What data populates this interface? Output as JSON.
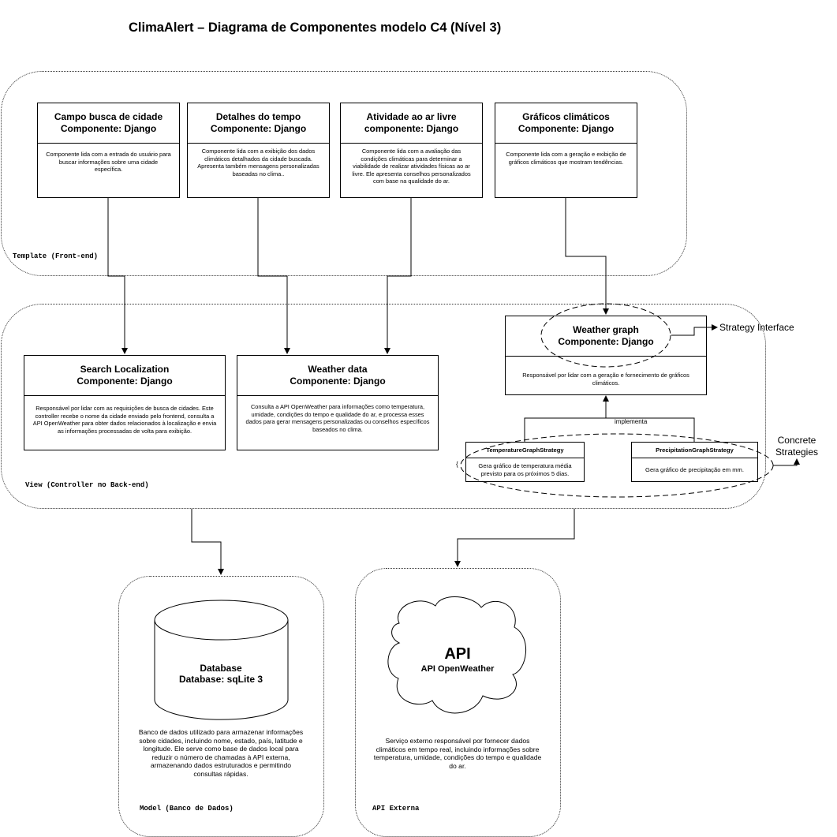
{
  "title": "ClimaAlert – Diagrama de Componentes modelo C4 (Nível 3)",
  "groups": {
    "template": "Template (Front-end)",
    "view": "View (Controller no Back-end)",
    "model": "Model (Banco de Dados)",
    "api": "API Externa"
  },
  "components": [
    {
      "name": "Campo busca de cidade",
      "type": "Componente: Django",
      "description": "Componente lida com a entrada do usuário para buscar informações sobre uma cidade específica."
    },
    {
      "name": "Detalhes do tempo",
      "type": "Componente: Django",
      "description": "Componente lida com a exibição dos dados climáticos detalhados da cidade buscada. Apresenta também mensagens personalizadas baseadas no clima.."
    },
    {
      "name": "Atividade ao ar livre",
      "type": "componente: Django",
      "description": "Componente lida com a avaliação das condições climáticas para determinar a viabilidade de realizar atividades físicas ao ar livre. Ele apresenta conselhos personalizados com base na qualidade do ar."
    },
    {
      "name": "Gráficos climáticos",
      "type": "Componente: Django",
      "description": "Componente lida com a geração e exibição de gráficos climáticos que mostram tendências."
    },
    {
      "name": "Search Localization",
      "type": "Componente: Django",
      "description": "Responsável por lidar com as requisições de busca de cidades. Este controller recebe o nome da cidade enviado pelo frontend, consulta a API OpenWeather para obter dados relacionados à localização e envia as informações processadas de volta para exibição."
    },
    {
      "name": "Weather data",
      "type": "Componente: Django",
      "description": "Consulta a  API OpenWeather para informações como temperatura, umidade, condições do tempo e qualidade do ar, e processa esses dados para gerar mensagens personalizadas ou conselhos específicos baseados no clima."
    },
    {
      "name": "Weather graph",
      "type": "Componente: Django",
      "description": "Responsável por lidar com a geração e fornecimento de gráficos climáticos."
    },
    {
      "name": "TemperatureGraphStrategy",
      "description": "Gera gráfico de temperatura média previsto para os próximos 5 dias."
    },
    {
      "name": "PrecipitationGraphStrategy",
      "description": "Gera gráfico de precipitação em mm."
    }
  ],
  "labels": {
    "implements": "implementa",
    "strategy_interface": "Strategy Interface",
    "concrete_strategies": "Concrete Strategies",
    "bracket": "{"
  },
  "database": {
    "name": "Database",
    "type": "Database: sqLite 3",
    "description": "Banco de dados utilizado para armazenar informações sobre cidades, incluindo nome, estado, país, latitude e longitude. Ele serve como base de dados local para reduzir o número de chamadas à API externa, armazenando dados estruturados e permitindo consultas rápidas."
  },
  "api": {
    "name": "API",
    "type": "API OpenWeather",
    "description": "Serviço externo responsável por fornecer dados climáticos em tempo real, incluindo informações sobre temperatura, umidade, condições do tempo e qualidade do ar."
  }
}
